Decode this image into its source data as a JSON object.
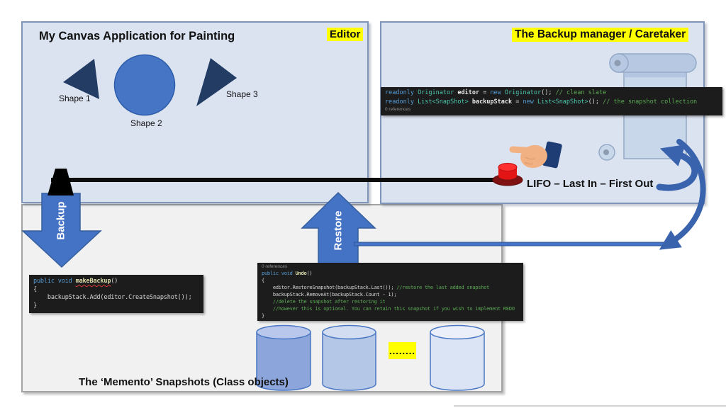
{
  "editor_panel": {
    "title": "My Canvas Application for Painting",
    "badge": "Editor",
    "shape_labels": [
      "Shape 1",
      "Shape 2",
      "Shape 3"
    ]
  },
  "caretaker_panel": {
    "badge": "The Backup manager / Caretaker",
    "lifo": "LIFO – Last In – First Out"
  },
  "memento_panel": {
    "caption": "The ‘Memento’ Snapshots (Class objects)",
    "ellipsis": "........"
  },
  "flow": {
    "backup": "Backup",
    "restore": "Restore"
  },
  "code_setup": {
    "references": "0 references",
    "lines": [
      [
        [
          "kw",
          "readonly "
        ],
        [
          "type",
          "Originator "
        ],
        [
          "var",
          "editor "
        ],
        [
          "plain",
          "= "
        ],
        [
          "kw",
          "new "
        ],
        [
          "type",
          "Originator"
        ],
        [
          "plain",
          "(); "
        ],
        [
          "cm",
          "// clean slate"
        ]
      ],
      [
        [
          "kw",
          "readonly "
        ],
        [
          "type",
          "List<SnapShot> "
        ],
        [
          "var",
          "backupStack "
        ],
        [
          "plain",
          "= "
        ],
        [
          "kw",
          "new "
        ],
        [
          "type",
          "List<SnapShot>"
        ],
        [
          "plain",
          "(); "
        ],
        [
          "cm",
          "// the snapshot collection"
        ]
      ]
    ]
  },
  "code_makebackup": {
    "lines": [
      [
        [
          "kw",
          "public "
        ],
        [
          "kw",
          "void "
        ],
        [
          "sq",
          "makeBackup"
        ],
        [
          "plain",
          "()"
        ]
      ],
      [
        [
          "plain",
          "{"
        ]
      ],
      [
        [
          "plain",
          "    backupStack.Add(editor.CreateSnapshot());"
        ]
      ],
      [
        [
          "plain",
          "}"
        ]
      ]
    ]
  },
  "code_undo": {
    "references": "0 references",
    "lines": [
      [
        [
          "kw",
          "public "
        ],
        [
          "kw",
          "void "
        ],
        [
          "fn",
          "Undo"
        ],
        [
          "plain",
          "()"
        ]
      ],
      [
        [
          "plain",
          "{"
        ]
      ],
      [
        [
          "plain",
          "    editor.RestoreSnapshot(backupStack.Last()); "
        ],
        [
          "cm",
          "//restore the last added snapshot"
        ]
      ],
      [
        [
          "plain",
          "    backupStack.RemoveAt(backupStack.Count - 1);"
        ]
      ],
      [
        [
          "cm",
          "    //delete the snapshot after restoring it"
        ]
      ],
      [
        [
          "cm",
          "    //however this is optional. You can retain this snapshot if you wish to implement REDO"
        ]
      ],
      [
        [
          "plain",
          "}"
        ]
      ]
    ]
  },
  "colors": {
    "panel_fill": "#dbe3f1",
    "panel_border": "#8095b8",
    "memento_fill": "#f1f1f1",
    "highlight_yellow": "#ffff00",
    "arrow_blue": "#4472c4",
    "curve_blue": "#3a63ae",
    "navy_shape": "#223c64",
    "circle_blue": "#4775c5",
    "code_background": "#1c1c1c",
    "button_red": "#e31414",
    "cylinder_1": "#8ca6db",
    "cylinder_2": "#b4c7e7",
    "cylinder_3": "#dbe4f4"
  }
}
